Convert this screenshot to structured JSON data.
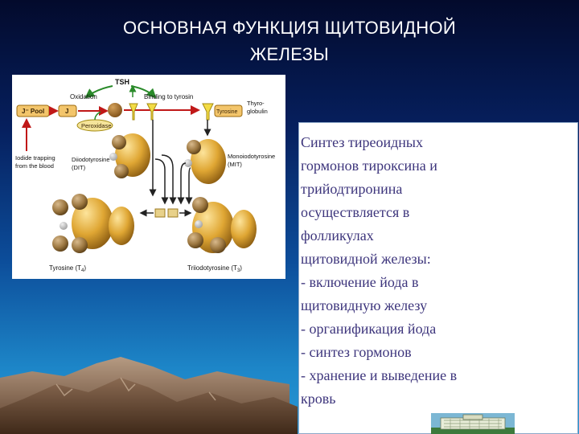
{
  "slide": {
    "title_lines": [
      "ОСНОВНАЯ ФУНКЦИЯ ЩИТОВИДНОЙ",
      "ЖЕЛЕЗЫ"
    ],
    "colors": {
      "background_top": "#030a2c",
      "background_bottom": "#2a98d4",
      "body_text": "#3d357c",
      "title_text": "#ffffff"
    }
  },
  "diagram": {
    "labels": {
      "tsh": "TSH",
      "oxidation": "Oxidation",
      "binding": "Binding to tyrosin",
      "j_pool": "J⁻ Pool",
      "j": "J",
      "tyrosine": "Tyrosine",
      "thyroglobulin_1": "Thyro-",
      "thyroglobulin_2": "globulin",
      "peroxidase": "Peroxidase",
      "iodide_1": "Iodide trapping",
      "iodide_2": "from the blood",
      "dit_1": "Diiodotyrosine",
      "dit_2": "(DIT)",
      "mit_1": "Monoiodotyrosine",
      "mit_2": "(MIT)",
      "t4": "Tyrosine (T",
      "t4_sub": "4",
      "t4_end": ")",
      "t3": "Triiodotyrosine (T",
      "t3_sub": "3",
      "t3_end": ")"
    }
  },
  "text": {
    "paragraphs": [
      [
        "Синтез тиреоидных",
        "гормонов тироксина и",
        "трийодтиронина",
        "осуществляется в",
        "фолликулах",
        "щитовидной железы:"
      ],
      [
        "- включение йода в",
        "щитовидную железу"
      ],
      [
        "- органификация йода"
      ],
      [
        "- синтез гормонов"
      ],
      [
        "- хранение и выведение в",
        "кровь"
      ]
    ]
  }
}
